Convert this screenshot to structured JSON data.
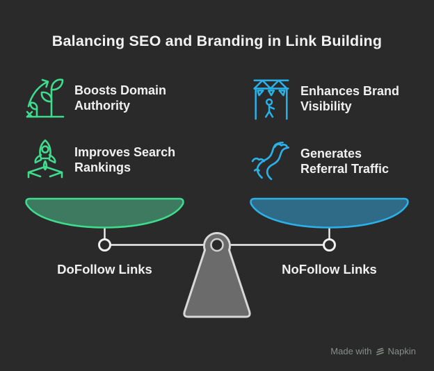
{
  "title": "Balancing SEO and Branding in Link Building",
  "colors": {
    "background": "#2a2a2a",
    "text": "#f0f0f0",
    "green": "#3edc8c",
    "green_pan_fill": "#3e7a60",
    "blue": "#2ab1e8",
    "blue_pan_fill": "#2f6b87",
    "beam": "#f0f0f0",
    "fulcrum_fill": "#6b6b6b",
    "fulcrum_stroke": "#d8d8d8",
    "hole_ring": "#cfcfcf",
    "footer_text": "#888d88"
  },
  "seo_side": {
    "items": [
      {
        "icon": "growth-icon",
        "label": "Boosts Domain\nAuthority"
      },
      {
        "icon": "rocket-icon",
        "label": "Improves Search\nRankings"
      }
    ],
    "pan_label": "DoFollow Links"
  },
  "branding_side": {
    "items": [
      {
        "icon": "stage-icon",
        "label": "Enhances Brand\nVisibility"
      },
      {
        "icon": "river-icon",
        "label": "Generates\nReferral Traffic"
      }
    ],
    "pan_label": "NoFollow Links"
  },
  "footer": {
    "made_with": "Made with",
    "brand": "Napkin"
  }
}
